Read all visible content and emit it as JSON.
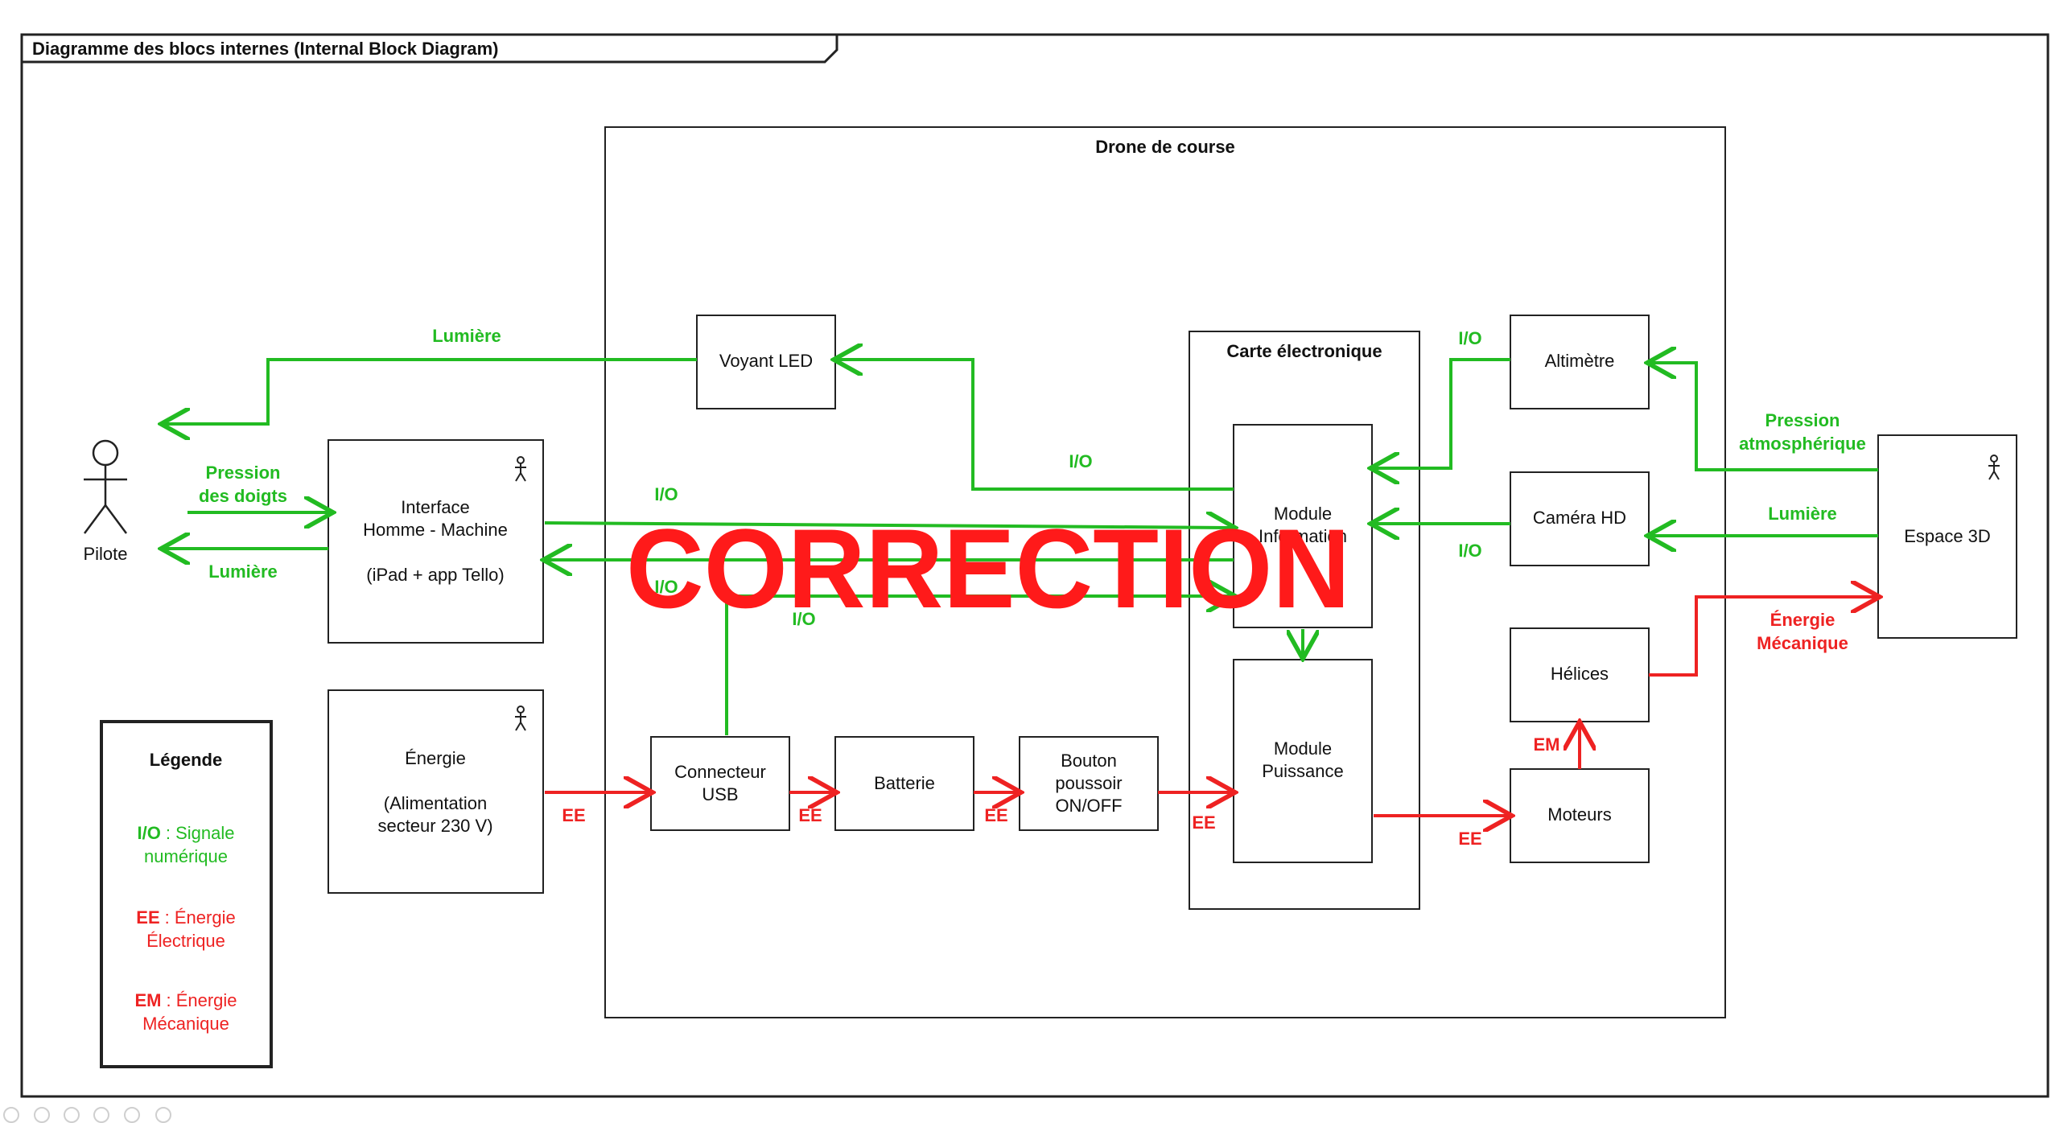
{
  "frame": {
    "title": "Diagramme des blocs internes (Internal Block Diagram)"
  },
  "system": {
    "title": "Drone de course"
  },
  "carte": {
    "title": "Carte électronique"
  },
  "blocks": {
    "voyant": "Voyant LED",
    "module_info": [
      "Module",
      "Information"
    ],
    "module_puissance": [
      "Module",
      "Puissance"
    ],
    "altimetre": "Altimètre",
    "camera": "Caméra HD",
    "helices": "Hélices",
    "moteurs": "Moteurs",
    "connecteur": [
      "Connecteur",
      "USB"
    ],
    "batterie": "Batterie",
    "bouton": [
      "Bouton",
      "poussoir",
      "ON/OFF"
    ],
    "ihm": [
      "Interface",
      "Homme - Machine",
      "(iPad + app Tello)"
    ],
    "energie": [
      "Énergie",
      "(Alimentation",
      "secteur 230 V)"
    ],
    "espace": "Espace 3D"
  },
  "actor": {
    "pilote": "Pilote"
  },
  "labels": {
    "lumiere_top": "Lumière",
    "pression_doigts": [
      "Pression",
      "des doigts"
    ],
    "lumiere_left": "Lumière",
    "io_ihm_top": "I/O",
    "io_ihm_bottom": "I/O",
    "io_usb": "I/O",
    "io_voyant": "I/O",
    "io_altimetre": "I/O",
    "io_camera": "I/O",
    "pression_atm": [
      "Pression",
      "atmosphérique"
    ],
    "lumiere_right": "Lumière",
    "energie_meca": [
      "Énergie",
      "Mécanique"
    ],
    "em": "EM",
    "ee1": "EE",
    "ee2": "EE",
    "ee3": "EE",
    "ee4": "EE",
    "ee5": "EE"
  },
  "legend": {
    "title": "Légende",
    "io_key": "I/O",
    "io_text": [
      ": Signale",
      "numérique"
    ],
    "ee_key": "EE",
    "ee_text": [
      ": Énergie",
      "Électrique"
    ],
    "em_key": "EM",
    "em_text": [
      ": Énergie",
      "Mécanique"
    ]
  },
  "watermark": "CORRECTION",
  "colors": {
    "signal": "#22bb22",
    "energy": "#ee2222",
    "watermark": "#ff1a1a"
  }
}
